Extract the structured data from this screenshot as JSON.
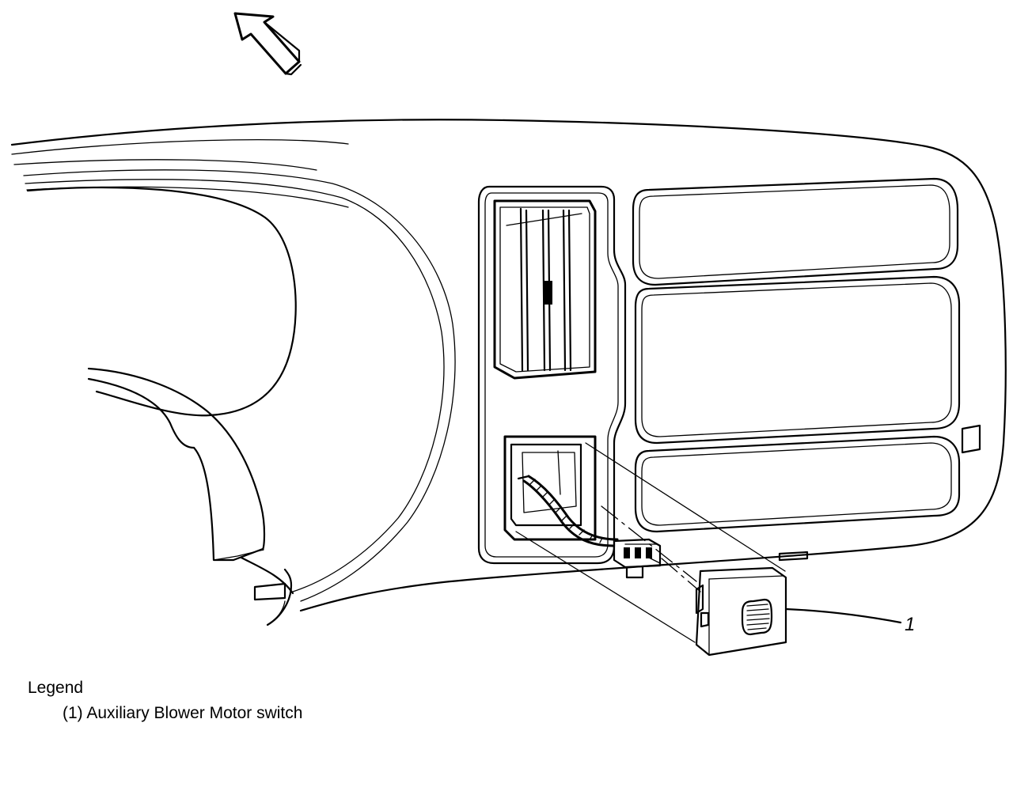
{
  "diagram": {
    "callout": "1",
    "icons": {
      "direction_arrow": "front-direction-arrow-icon"
    }
  },
  "legend": {
    "title": "Legend",
    "items": [
      {
        "number": "(1)",
        "text": "Auxiliary Blower Motor switch"
      }
    ]
  }
}
